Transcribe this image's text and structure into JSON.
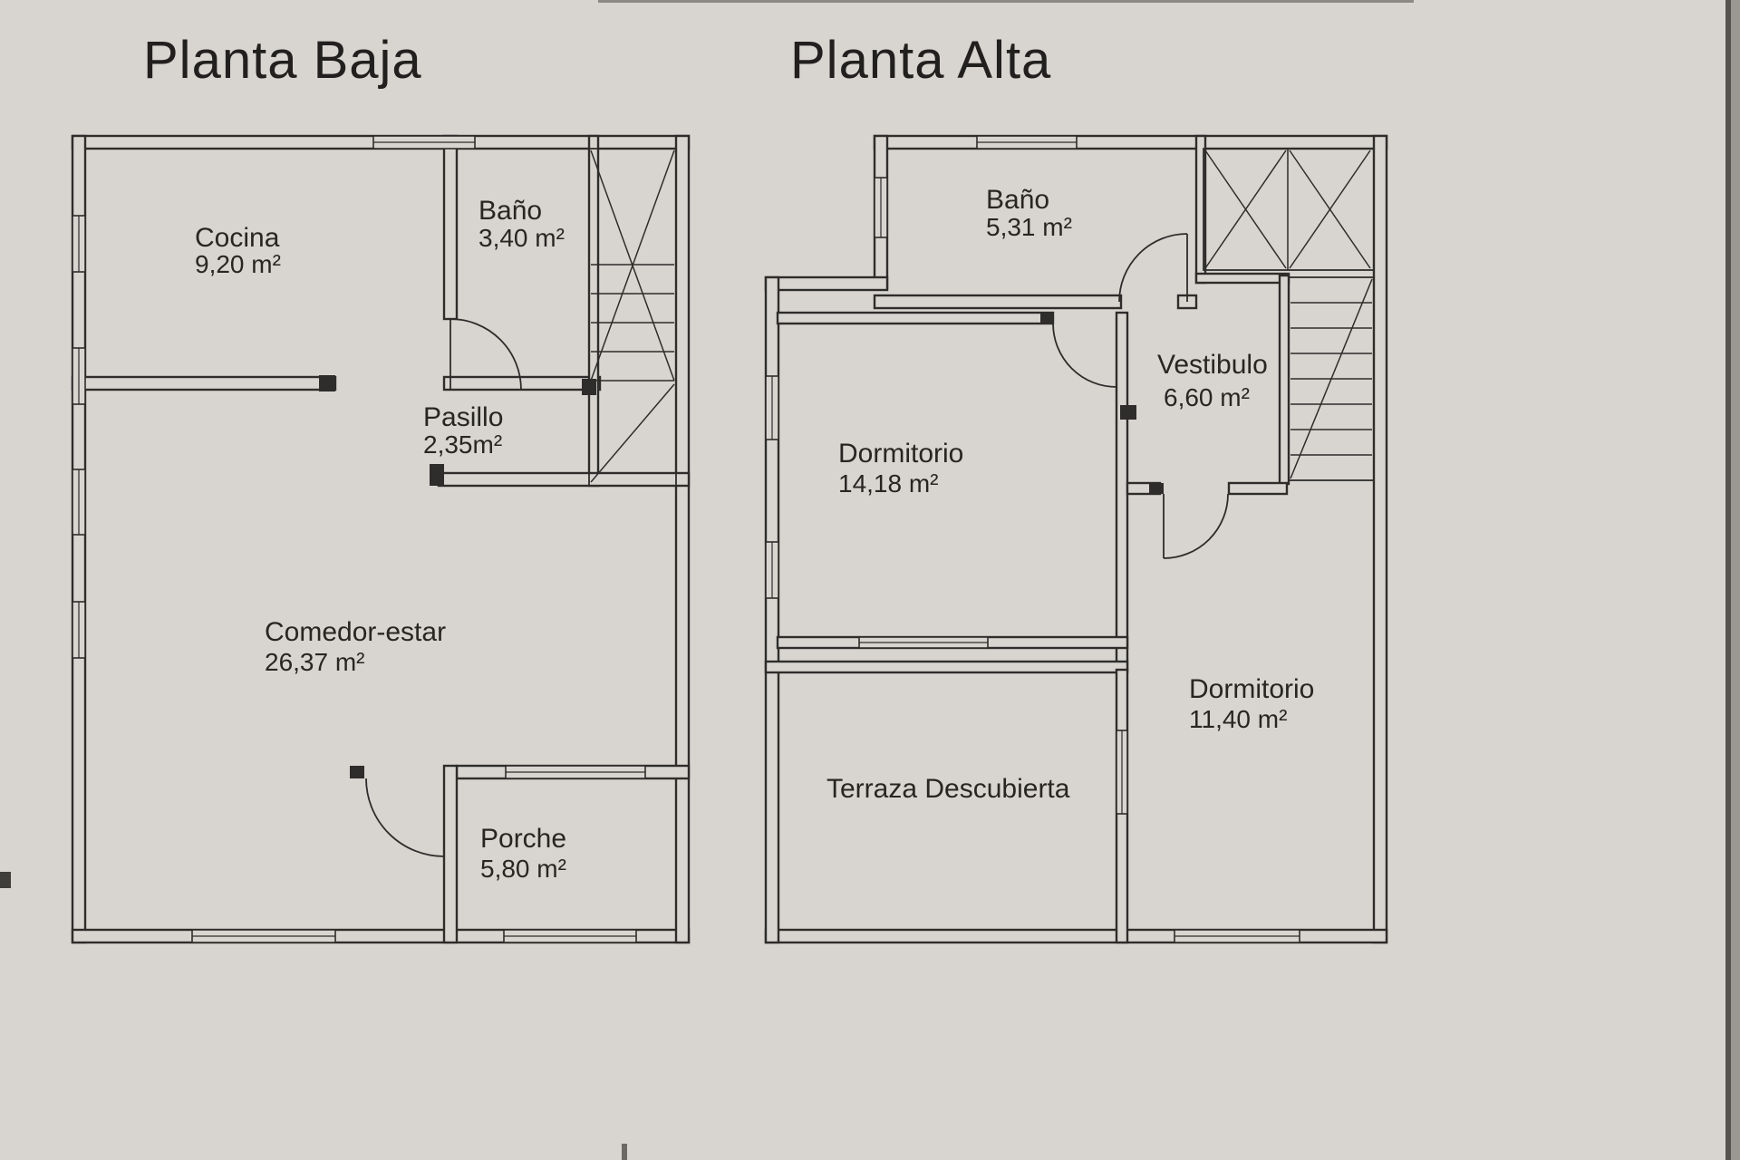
{
  "document": {
    "background": "#d8d5d1",
    "ink": "#2e2d2b"
  },
  "floors": [
    {
      "title": "Planta Baja",
      "rooms": [
        {
          "name": "Cocina",
          "area": "9,20 m²"
        },
        {
          "name": "Baño",
          "area": "3,40 m²"
        },
        {
          "name": "Pasillo",
          "area": "2,35m²"
        },
        {
          "name": "Comedor-estar",
          "area": "26,37 m²"
        },
        {
          "name": "Porche",
          "area": "5,80 m²"
        }
      ]
    },
    {
      "title": "Planta Alta",
      "rooms": [
        {
          "name": "Baño",
          "area": "5,31 m²"
        },
        {
          "name": "Vestibulo",
          "area": "6,60 m²"
        },
        {
          "name": "Dormitorio",
          "area": "14,18 m²"
        },
        {
          "name": "Dormitorio",
          "area": "11,40 m²"
        },
        {
          "name": "Terraza Descubierta"
        }
      ]
    }
  ]
}
